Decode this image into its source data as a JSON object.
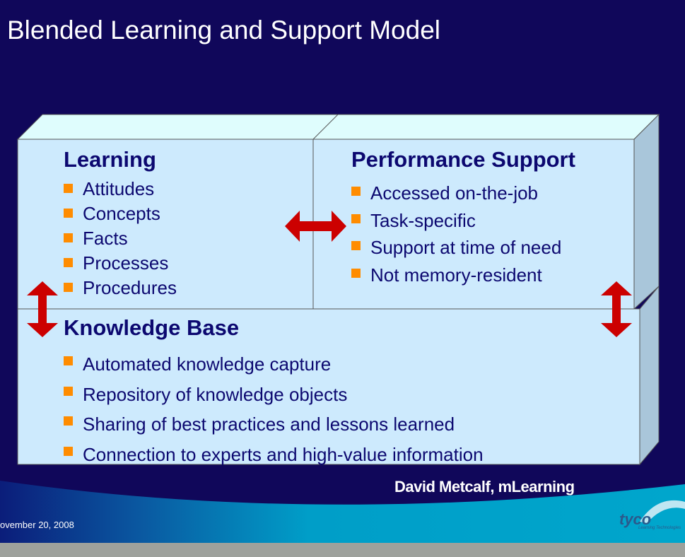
{
  "title": "Blended Learning and Support Model",
  "learning": {
    "heading": "Learning",
    "items": [
      "Attitudes",
      "Concepts",
      "Facts",
      "Processes",
      "Procedures"
    ]
  },
  "performance": {
    "heading": "Performance Support",
    "items": [
      "Accessed on-the-job",
      "Task-specific",
      "Support at time of need",
      "Not memory-resident"
    ]
  },
  "knowledge": {
    "heading": "Knowledge Base",
    "items": [
      "Automated knowledge capture",
      "Repository of knowledge objects",
      "Sharing of best practices and lessons learned",
      "Connection to experts and high-value information"
    ]
  },
  "footer": {
    "author": "David Metcalf, mLearning",
    "date": "ovember 20, 2008",
    "logo": "tyco",
    "logo_sub": "Learning Technologies"
  },
  "colors": {
    "background": "#10075a",
    "box": "#cdeafd",
    "bullet": "#ff8c00",
    "arrow": "#cc0000"
  }
}
